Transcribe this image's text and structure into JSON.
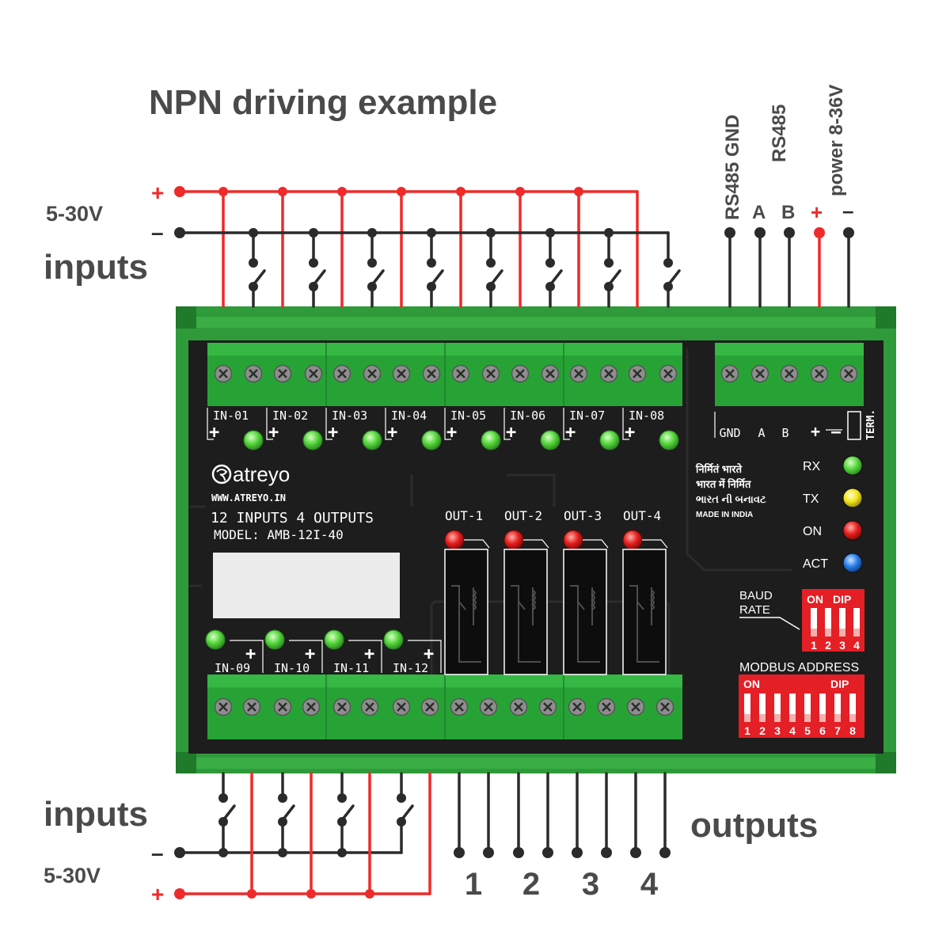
{
  "title": "NPN driving example",
  "top_side": {
    "voltage_label": "5-30V",
    "plus_sign": "+",
    "minus_sign": "–",
    "group_label": "inputs"
  },
  "bottom_side": {
    "voltage_label": "5-30V",
    "plus_sign": "+",
    "minus_sign": "–",
    "group_label": "inputs",
    "outputs_label": "outputs",
    "output_numbers": [
      "1",
      "2",
      "3",
      "4"
    ]
  },
  "comm_header": {
    "rs485_gnd": "RS485 GND",
    "rs485": "RS485",
    "power": "power 8-36V",
    "a": "A",
    "b": "B",
    "plus": "+",
    "minus": "–"
  },
  "board": {
    "top_input_labels": [
      "IN-01",
      "IN-02",
      "IN-03",
      "IN-04",
      "IN-05",
      "IN-06",
      "IN-07",
      "IN-08"
    ],
    "bottom_input_labels": [
      "IN-09",
      "IN-10",
      "IN-11",
      "IN-12"
    ],
    "output_labels": [
      "OUT-1",
      "OUT-2",
      "OUT-3",
      "OUT-4"
    ],
    "plus_mark": "+",
    "comm_terminal_labels": [
      "GND",
      "A",
      "B",
      "+",
      "–"
    ],
    "term_label": "TERM.",
    "brand": "atreyo",
    "website": "WWW.ATREYO.IN",
    "product_line": "12 INPUTS 4 OUTPUTS",
    "model_line": "MODEL: AMB-12I-40",
    "made_in_lines": [
      "निर्मितं भारते",
      "भारत में निर्मित",
      "ભારત ની બનાવટ",
      "MADE IN INDIA"
    ],
    "status_leds": [
      {
        "label": "RX",
        "color": "#47c83a"
      },
      {
        "label": "TX",
        "color": "#f2e51c"
      },
      {
        "label": "ON",
        "color": "#e02121"
      },
      {
        "label": "ACT",
        "color": "#2a7ee8"
      }
    ],
    "baud_label_lines": [
      "BAUD",
      "RATE"
    ],
    "baud_dip": {
      "on": "ON",
      "dip": "DIP",
      "numbers": [
        "1",
        "2",
        "3",
        "4"
      ]
    },
    "modbus_label": "MODBUS ADDRESS",
    "modbus_dip": {
      "on": "ON",
      "dip": "DIP",
      "numbers": [
        "1",
        "2",
        "3",
        "4",
        "5",
        "6",
        "7",
        "8"
      ]
    }
  },
  "colors": {
    "wire_red": "#ee2a2a",
    "wire_dark": "#2b2b2b",
    "enclosure_green": "#2f9a3a",
    "board_black": "#1d1d1d",
    "terminal_green": "#27a336",
    "input_led_green": "#56d63c",
    "output_led_red": "#e51e1e",
    "dip_red": "#e41f25",
    "text_gray": "#4a4a4a"
  }
}
